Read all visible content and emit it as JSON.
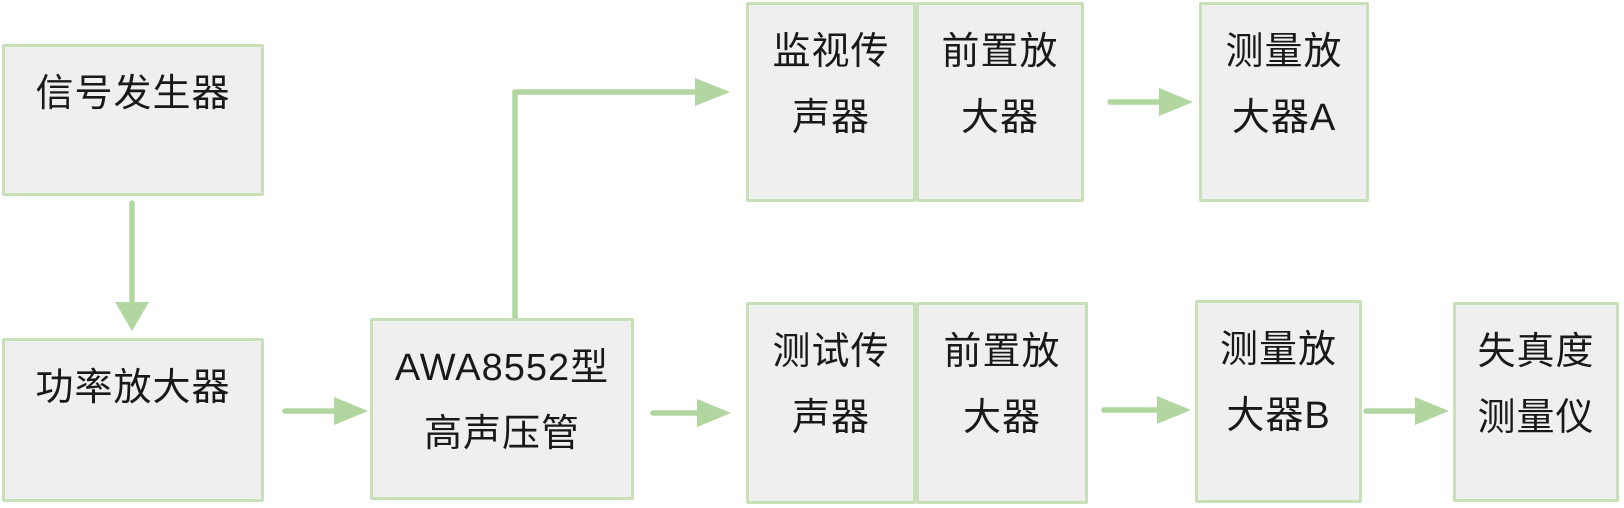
{
  "diagram": {
    "type": "flowchart",
    "colors": {
      "box_border": "#c8e0b8",
      "box_fill": "#efefef",
      "arrow": "#b2d6a0",
      "text": "#191919",
      "background": "#ffffff"
    },
    "nodes": [
      {
        "id": "signal-generator",
        "label": "信号发生器",
        "lines": [
          "信号发生器"
        ]
      },
      {
        "id": "power-amplifier",
        "label": "功率放大器",
        "lines": [
          "功率放大器"
        ]
      },
      {
        "id": "awa-tube",
        "label": "AWA8552型高声压管",
        "lines": [
          "AWA8552型",
          "高声压管"
        ]
      },
      {
        "id": "monitor-mic",
        "label": "监视传声器",
        "lines": [
          "监视传",
          "声器"
        ]
      },
      {
        "id": "preamp-top",
        "label": "前置放大器",
        "lines": [
          "前置放",
          "大器"
        ]
      },
      {
        "id": "measuring-amp-a",
        "label": "测量放大器A",
        "lines": [
          "测量放",
          "大器A"
        ]
      },
      {
        "id": "test-mic",
        "label": "测试传声器",
        "lines": [
          "测试传",
          "声器"
        ]
      },
      {
        "id": "preamp-bottom",
        "label": "前置放大器",
        "lines": [
          "前置放",
          "大器"
        ]
      },
      {
        "id": "measuring-amp-b",
        "label": "测量放大器B",
        "lines": [
          "测量放",
          "大器B"
        ]
      },
      {
        "id": "distortion-meter",
        "label": "失真度测量仪",
        "lines": [
          "失真度",
          "测量仪"
        ]
      }
    ],
    "connections": [
      {
        "from": "signal-generator",
        "to": "power-amplifier",
        "direction": "down"
      },
      {
        "from": "power-amplifier",
        "to": "awa-tube",
        "direction": "right"
      },
      {
        "from": "awa-tube",
        "to": "monitor-mic",
        "direction": "up-right-elbow"
      },
      {
        "from": "awa-tube",
        "to": "test-mic",
        "direction": "right"
      },
      {
        "from": "preamp-top",
        "to": "measuring-amp-a",
        "direction": "right"
      },
      {
        "from": "preamp-bottom",
        "to": "measuring-amp-b",
        "direction": "right"
      },
      {
        "from": "measuring-amp-b",
        "to": "distortion-meter",
        "direction": "right"
      }
    ]
  }
}
